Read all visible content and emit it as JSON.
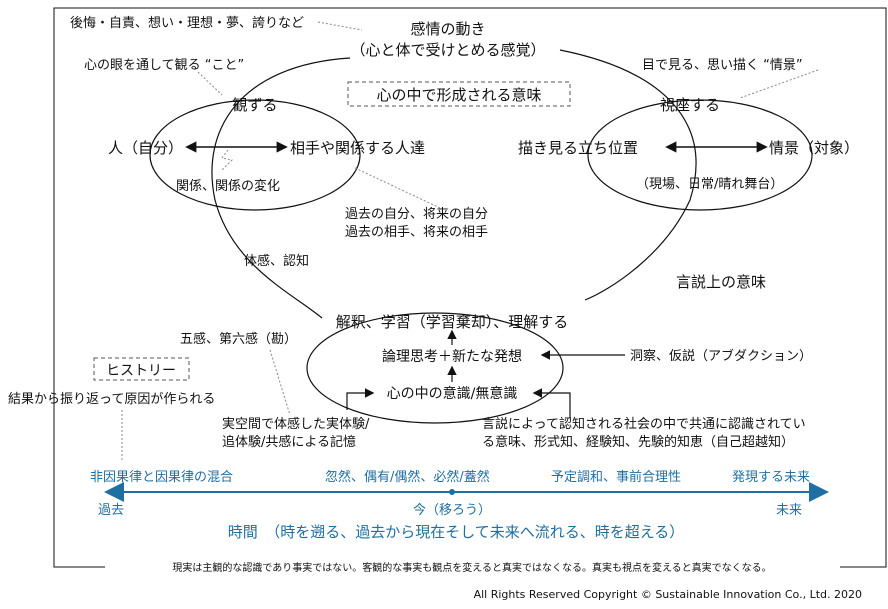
{
  "top": {
    "emotion_title": "感情の動き",
    "emotion_sub": "（心と体で受けとめる感覚）",
    "values_note": "後悔・自責、想い・理想・夢、誇りなど",
    "mind_eye": "心の眼を通して観る “こと”",
    "inner_meaning": "心の中で形成される意味",
    "see_imagine": "目で見る、思い描く “情景”"
  },
  "left_cycle": {
    "center": "観ずる",
    "self": "人（自分）",
    "other": "相手や関係する人達",
    "relation": "関係、関係の変化",
    "past_future_self": "過去の自分、将来の自分",
    "past_future_other": "過去の相手、将来の相手"
  },
  "right_cycle": {
    "center": "視座する",
    "position": "描き見る立ち位置",
    "scene": "情景（対象）",
    "stage": "（現場、日常/晴れ舞台）"
  },
  "middle": {
    "bodily": "体感、認知",
    "discourse_meaning": "言説上の意味",
    "interpret": "解釈、学習（学習棄却）、理解する",
    "senses": "五感、第六感（勘）",
    "logic": "論理思考＋新たな発想",
    "insight": "洞察、仮説（アブダクション）",
    "conscious": "心の中の意識/無意識",
    "history_label": "ヒストリー",
    "retro_cause": "結果から振り返って原因が作られる",
    "experience_l1": "実空間で体感した実体験/",
    "experience_l2": "追体験/共感による記憶",
    "social_l1": "言説によって認知される社会の中で共通に認識されてい",
    "social_l2": "る意味、形式知、経験知、先験的知恵（自己超越知）"
  },
  "timeline": {
    "noncausal": "非因果律と因果律の混合",
    "chance": "忽然、偶有/偶然、必然/蓋然",
    "harmony": "予定調和、事前合理性",
    "emerging": "発現する未来",
    "past": "過去",
    "now": "今（移ろう）",
    "future": "未来",
    "time_title": "時間　（時を遡る、過去から現在そして未来へ流れる、時を超える）"
  },
  "footer": {
    "reality_note": "現実は主観的な認識であり事実ではない。客観的な事実も観点を変えると真実ではなくなる。真実も視点を変えると真実でなくなる。",
    "copyright": "All Rights Reserved  Copyright © Sustainable Innovation  Co., Ltd.  2020"
  },
  "colors": {
    "accent": "#1f6fa3",
    "line": "#111111",
    "dotted": "#888888"
  }
}
